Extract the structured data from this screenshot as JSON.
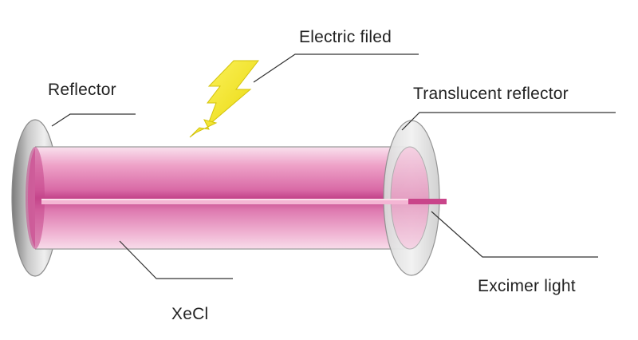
{
  "labels": {
    "reflector": "Reflector",
    "electric_field": "Electric filed",
    "translucent_reflector": "Translucent reflector",
    "excimer_light": "Excimer light",
    "gas": "XeCl"
  },
  "colors": {
    "tube_pink": "#d96aa6",
    "tube_dark": "#b5367d",
    "beam": "#f4b6d4",
    "reflector_gray": "#b9b9b9",
    "bolt_yellow": "#f2e21a",
    "leader_line": "#333333"
  },
  "icons": {
    "bolt": "lightning-bolt-icon"
  }
}
